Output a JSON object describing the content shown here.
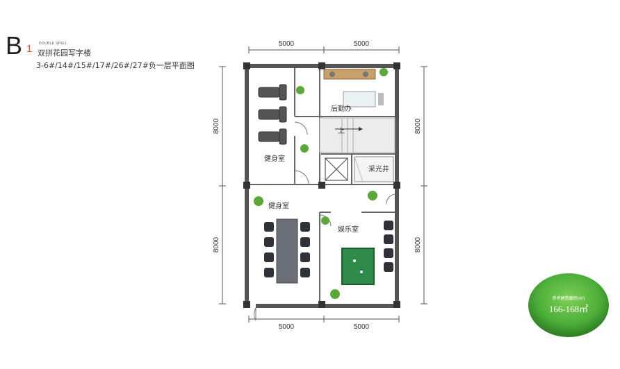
{
  "title": {
    "letter": "B",
    "number": "1",
    "english": "DOUBLE SPELL",
    "chinese": "双拼花园写字楼",
    "subtitle": "3-6#/14#/15#/17#/26#/27#负一层平面图"
  },
  "dimensions": {
    "top": [
      "5000",
      "5000"
    ],
    "bottom": [
      "5000",
      "5000"
    ],
    "left": [
      "8000",
      "8000"
    ],
    "right": [
      "8000",
      "8000"
    ]
  },
  "rooms": {
    "gym_upper": "健身室",
    "logistics": "后勤办",
    "light_well": "采光井",
    "gym_lower": "健身室",
    "entertainment": "娱乐室",
    "stair_up": "上"
  },
  "area": {
    "label": "参考建筑面积(m²)",
    "value": "166-168㎡"
  },
  "colors": {
    "wall": "#555555",
    "column": "#333333",
    "billiard_table": "#2e8b4a",
    "grass": "#4caf3a",
    "title_number": "#e04a1e"
  }
}
